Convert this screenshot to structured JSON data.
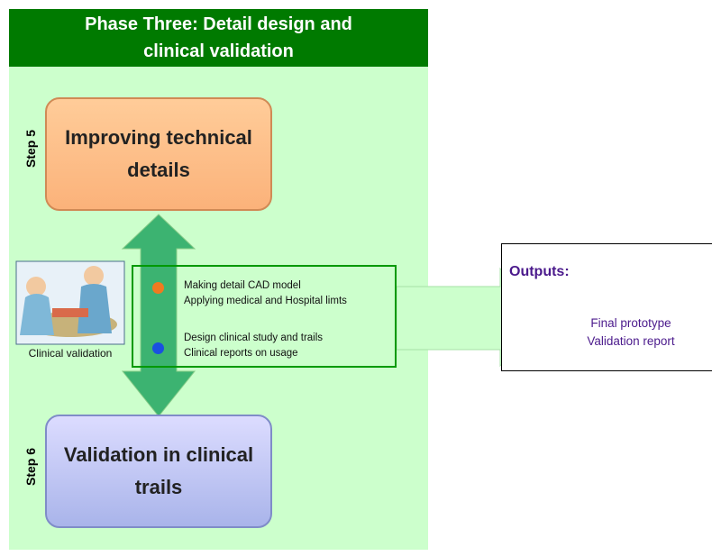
{
  "header": {
    "line1": "Phase Three: Detail design and",
    "line2": "clinical validation"
  },
  "steps": [
    {
      "label": "Step 5",
      "title": "Improving technical details"
    },
    {
      "label": "Step 6",
      "title": "Validation in clinical trails"
    }
  ],
  "activities": {
    "group1": [
      "Making detail CAD model",
      "Applying medical and Hospital limts"
    ],
    "group2": [
      "Design clinical study and trails",
      "Clinical reports on usage"
    ]
  },
  "image_caption": "Clinical validation",
  "outputs": {
    "title": "Outputs:",
    "items": [
      "Final prototype",
      "Validation report"
    ]
  },
  "colors": {
    "header_bg": "#007a00",
    "panel_bg": "#ccffcc",
    "step5_fill": "#fbb27a",
    "step6_fill": "#a9b4ea",
    "arrow_fill": "#3cb371",
    "outputs_text": "#4b1a8c",
    "bullet1": "#f07a20",
    "bullet2": "#1a50e0"
  }
}
